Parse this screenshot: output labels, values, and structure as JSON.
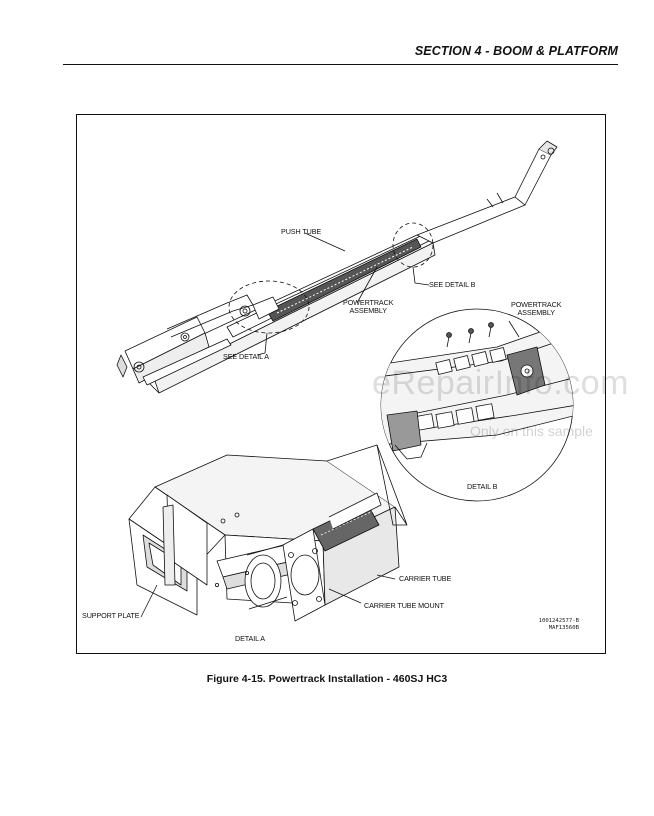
{
  "header": {
    "section_title": "SECTION 4 - BOOM & PLATFORM"
  },
  "figure": {
    "labels": {
      "push_tube": "PUSH TUBE",
      "see_detail_b": "SEE DETAIL B",
      "powertrack_assembly_main": "POWERTRACK\nASSEMBLY",
      "powertrack_assembly_detail": "POWERTRACK\nASSEMBLY",
      "see_detail_a": "SEE DETAIL A",
      "detail_b": "DETAIL B",
      "carrier_tube": "CARRIER TUBE",
      "carrier_tube_mount": "CARRIER TUBE MOUNT",
      "support_plate": "SUPPORT PLATE",
      "detail_a": "DETAIL A"
    },
    "drawing_codes": [
      "1001242577-B",
      "MAF13560B"
    ]
  },
  "caption": "Figure 4-15.  Powertrack Installation - 460SJ HC3",
  "watermark": {
    "site": "eRepairInfo.com",
    "note": "Only on this sample"
  }
}
